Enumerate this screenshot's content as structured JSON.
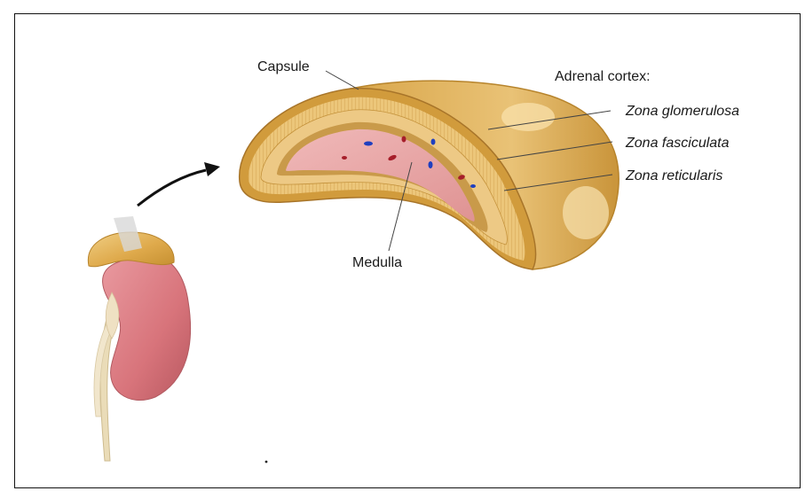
{
  "labels": {
    "capsule": "Capsule",
    "adrenal_cortex": "Adrenal cortex:",
    "zona_glomerulosa": "Zona glomerulosa",
    "zona_fasciculata": "Zona fasciculata",
    "zona_reticularis": "Zona reticularis",
    "medulla": "Medulla"
  },
  "colors": {
    "frame_border": "#111111",
    "cortex_gold": "#e7b95c",
    "cortex_dark": "#c99a3e",
    "cortex_light": "#f3d597",
    "medulla_pink": "#e8a1a1",
    "kidney_pink": "#d9797f",
    "blood_red": "#a61e2a",
    "blood_blue": "#1f3fbf",
    "label_text": "#1a1a1a"
  }
}
